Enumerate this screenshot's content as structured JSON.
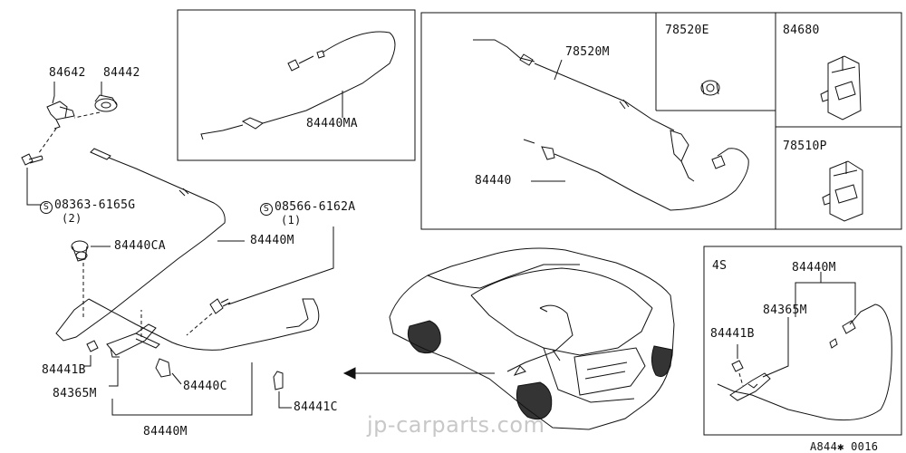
{
  "labels": {
    "p84642": "84642",
    "p84442": "84442",
    "p08363": "08363-6165G",
    "p08363_qty": "(2)",
    "p08566": "08566-6162A",
    "p08566_qty": "(1)",
    "p84440CA": "84440CA",
    "p84440M_main": "84440M",
    "p84441B_main": "84441B",
    "p84365M_main": "84365M",
    "p84440C": "84440C",
    "p84440M_bottom": "84440M",
    "p84441C": "84441C",
    "p84440MA": "84440MA",
    "p78520M": "78520M",
    "p78520E": "78520E",
    "p84680": "84680",
    "p84440": "84440",
    "p78510P": "78510P",
    "inset_4s": "4S",
    "p84440M_4s": "84440M",
    "p84365M_4s": "84365M",
    "p84441B_4s": "84441B",
    "screw_symbol": "S",
    "watermark": "jp-carparts.com",
    "diagram_code": "A844✱ 0016"
  },
  "colors": {
    "line": "#111111",
    "watermark": "#c8c8c8"
  }
}
